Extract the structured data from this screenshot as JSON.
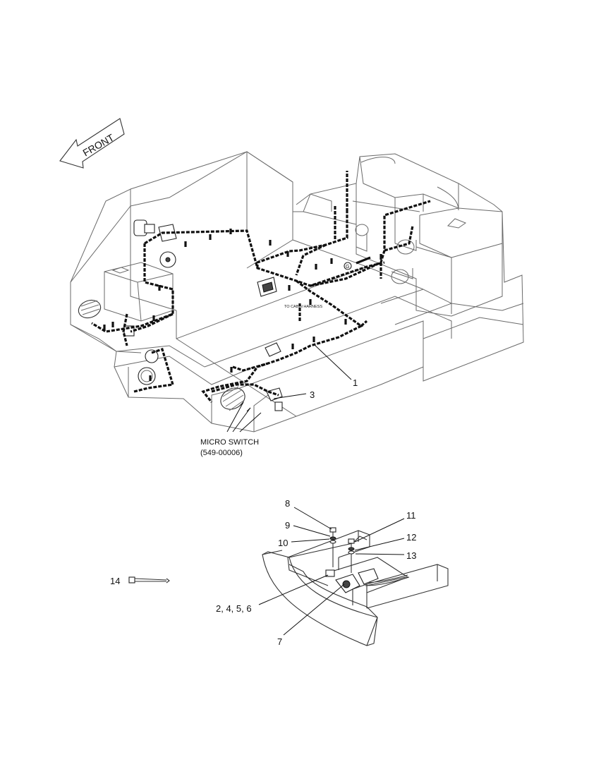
{
  "labels": {
    "front": "FRONT",
    "to_cabin": "TO CABIN HARNESS",
    "micro_switch_name": "MICRO SWITCH",
    "micro_switch_part": "(549-00006)"
  },
  "callouts": {
    "c1": "1",
    "c3": "3",
    "c8": "8",
    "c9": "9",
    "c10": "10",
    "c11": "11",
    "c12": "12",
    "c13": "13",
    "c14": "14",
    "c2456": "2, 4, 5, 6",
    "c7": "7"
  },
  "colors": {
    "line": "#6a6a6a",
    "harness": "#111111",
    "text": "#111111"
  }
}
